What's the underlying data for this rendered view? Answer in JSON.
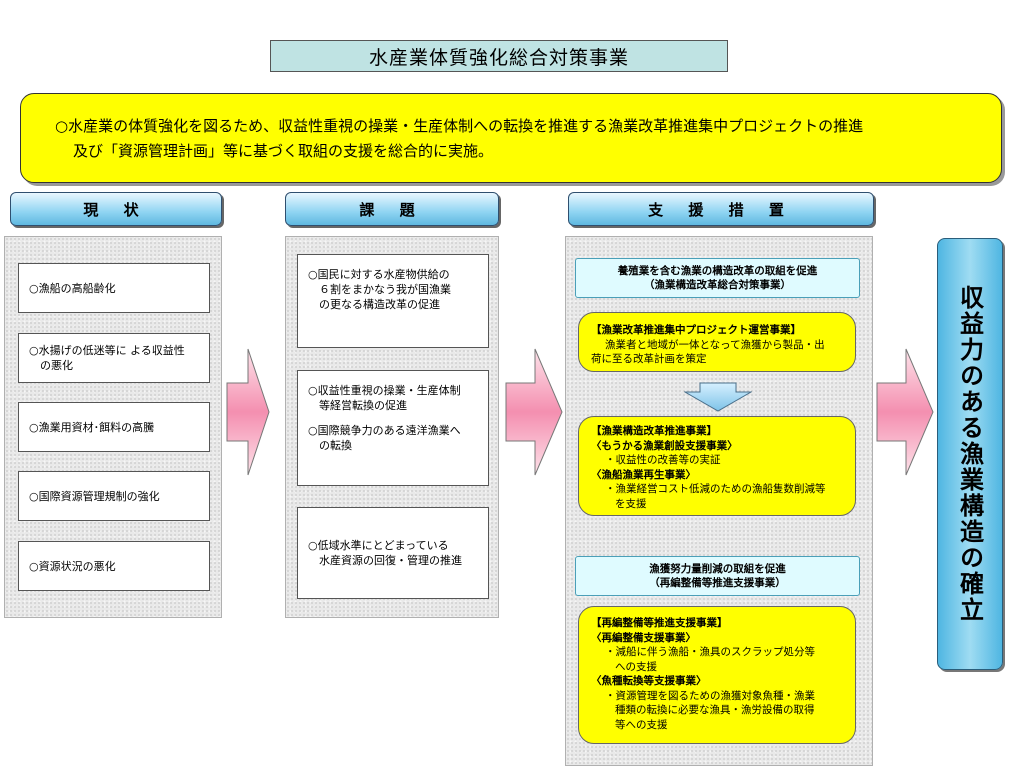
{
  "title": "水産業体質強化総合対策事業",
  "summary": {
    "line1": "○水産業の体質強化を図るため、収益性重視の操業・生産体制への転換を推進する漁業改革推進集中プロジェクトの推進",
    "line2": "及び「資源管理計画」等に基づく取組の支援を総合的に実施。"
  },
  "columns": {
    "genjo": "現 状",
    "kadai": "課 題",
    "shien": "支 援 措 置"
  },
  "genjo_items": [
    "○漁船の高船齢化",
    "○水揚げの低迷等に よる収益性\n　の悪化",
    "○漁業用資材･餌料の高騰",
    "○国際資源管理規制の強化",
    "○資源状況の悪化"
  ],
  "kadai_items": [
    "○国民に対する水産物供給の\n　６割をまかなう我が国漁業\n　の更なる構造改革の促進",
    "○収益性重視の操業・生産体制\n　等経営転換の促進",
    "○国際競争力のある遠洋漁業へ\n　の転換",
    "○低域水準にとどまっている\n　水産資源の回復・管理の推進"
  ],
  "shien": {
    "group1_head1": "養殖業を含む漁業の構造改革の取組を促進",
    "group1_head2": "（漁業構造改革総合対策事業）",
    "box1_title": "【漁業改革推進集中プロジェクト運営事業】",
    "box1_body": "漁業者と地域が一体となって漁獲から製品・出",
    "box1_body2": "荷に至る改革計画を策定",
    "box2_title": "【漁業構造改革推進事業】",
    "box2_sub1": "〈もうかる漁業創設支援事業〉",
    "box2_item1": "・収益性の改善等の実証",
    "box2_sub2": "〈漁船漁業再生事業〉",
    "box2_item2": "・漁業経営コスト低減のための漁船隻数削減等",
    "box2_item2b": "を支援",
    "group2_head1": "漁獲努力量削減の取組を促進",
    "group2_head2": "（再編整備等推進支援事業）",
    "box3_title": "【再編整備等推進支援事業】",
    "box3_sub1": "〈再編整備支援事業〉",
    "box3_item1": "・減船に伴う漁船・漁具のスクラップ処分等",
    "box3_item1b": "への支援",
    "box3_sub2": "〈魚種転換等支援事業〉",
    "box3_item2": "・資源管理を図るための漁獲対象魚種・漁業",
    "box3_item2b": "種類の転換に必要な漁具・漁労設備の取得",
    "box3_item2c": "等への支援"
  },
  "result": "収益力のある漁業構造の確立",
  "colors": {
    "accent_yellow": "#ffff00",
    "header_blue": "#8fd4f2",
    "arrow_pink": "#f7a8bf",
    "result_blue": "#4fb6e2"
  }
}
